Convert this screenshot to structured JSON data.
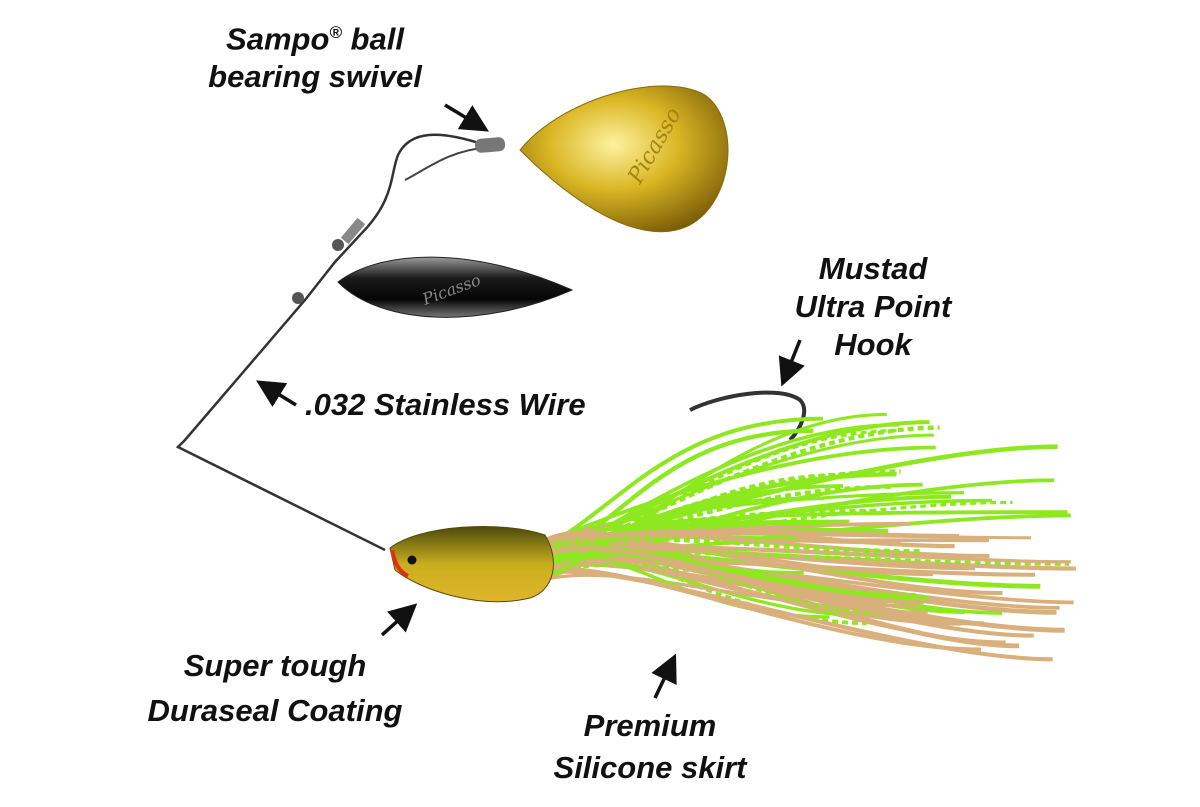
{
  "labels": {
    "swivel": {
      "line1_prefix": "Sampo",
      "registered": "®",
      "line1_suffix": " ball",
      "line2": "bearing swivel"
    },
    "hook": {
      "line1": "Mustad",
      "line2": "Ultra Point",
      "line3": "Hook"
    },
    "wire": {
      "text": ".032 Stainless Wire"
    },
    "coating": {
      "line1": "Super tough",
      "line2": "Duraseal Coating"
    },
    "skirt": {
      "line1": "Premium",
      "line2": "Silicone skirt"
    }
  },
  "blade_logo": "Picasso",
  "colors": {
    "gold": "#d8b623",
    "skirt_green": "#8ee81f",
    "skirt_tan": "#d9b07c",
    "head": "#b9a21a"
  }
}
